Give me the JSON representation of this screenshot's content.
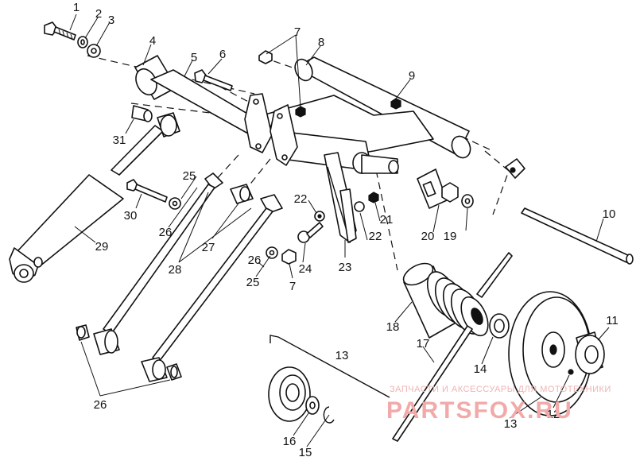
{
  "callouts": [
    "1",
    "2",
    "3",
    "4",
    "5",
    "6",
    "7",
    "8",
    "9",
    "31",
    "25",
    "30",
    "26",
    "27",
    "28",
    "29",
    "22",
    "24",
    "23",
    "21",
    "20",
    "19",
    "10",
    "18",
    "17",
    "14",
    "11",
    "13",
    "12",
    "16",
    "15"
  ],
  "watermark": {
    "caption": "ЗАПЧАСТИ И АКСЕССУАРЫ ДЛЯ МОТОТЕХНИКИ",
    "brand": "PARTSFOX.RU"
  }
}
